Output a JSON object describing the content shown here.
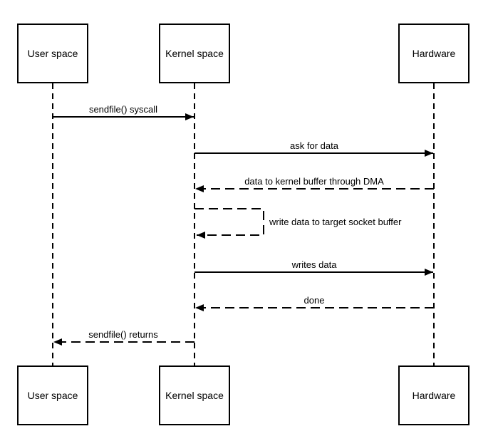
{
  "diagram_type": "sequence-diagram",
  "colors": {
    "line": "#000000",
    "text": "#000000",
    "background": "#ffffff"
  },
  "actors": [
    {
      "id": "user-space",
      "label": "User space"
    },
    {
      "id": "kernel-space",
      "label": "Kernel space"
    },
    {
      "id": "hardware",
      "label": "Hardware"
    }
  ],
  "messages": [
    {
      "label": "sendfile() syscall",
      "from": "User space",
      "to": "Kernel space",
      "line": "solid",
      "kind": "call"
    },
    {
      "label": "ask for data",
      "from": "Kernel space",
      "to": "Hardware",
      "line": "solid",
      "kind": "call"
    },
    {
      "label": "data to kernel buffer through DMA",
      "from": "Hardware",
      "to": "Kernel space",
      "line": "dashed",
      "kind": "return"
    },
    {
      "label": "write data to target socket buffer",
      "from": "Kernel space",
      "to": "Kernel space",
      "line": "dashed",
      "kind": "self"
    },
    {
      "label": "writes data",
      "from": "Kernel space",
      "to": "Hardware",
      "line": "solid",
      "kind": "call"
    },
    {
      "label": "done",
      "from": "Hardware",
      "to": "Kernel space",
      "line": "dashed",
      "kind": "return"
    },
    {
      "label": "sendfile() returns",
      "from": "Kernel space",
      "to": "User space",
      "line": "dashed",
      "kind": "return"
    }
  ]
}
